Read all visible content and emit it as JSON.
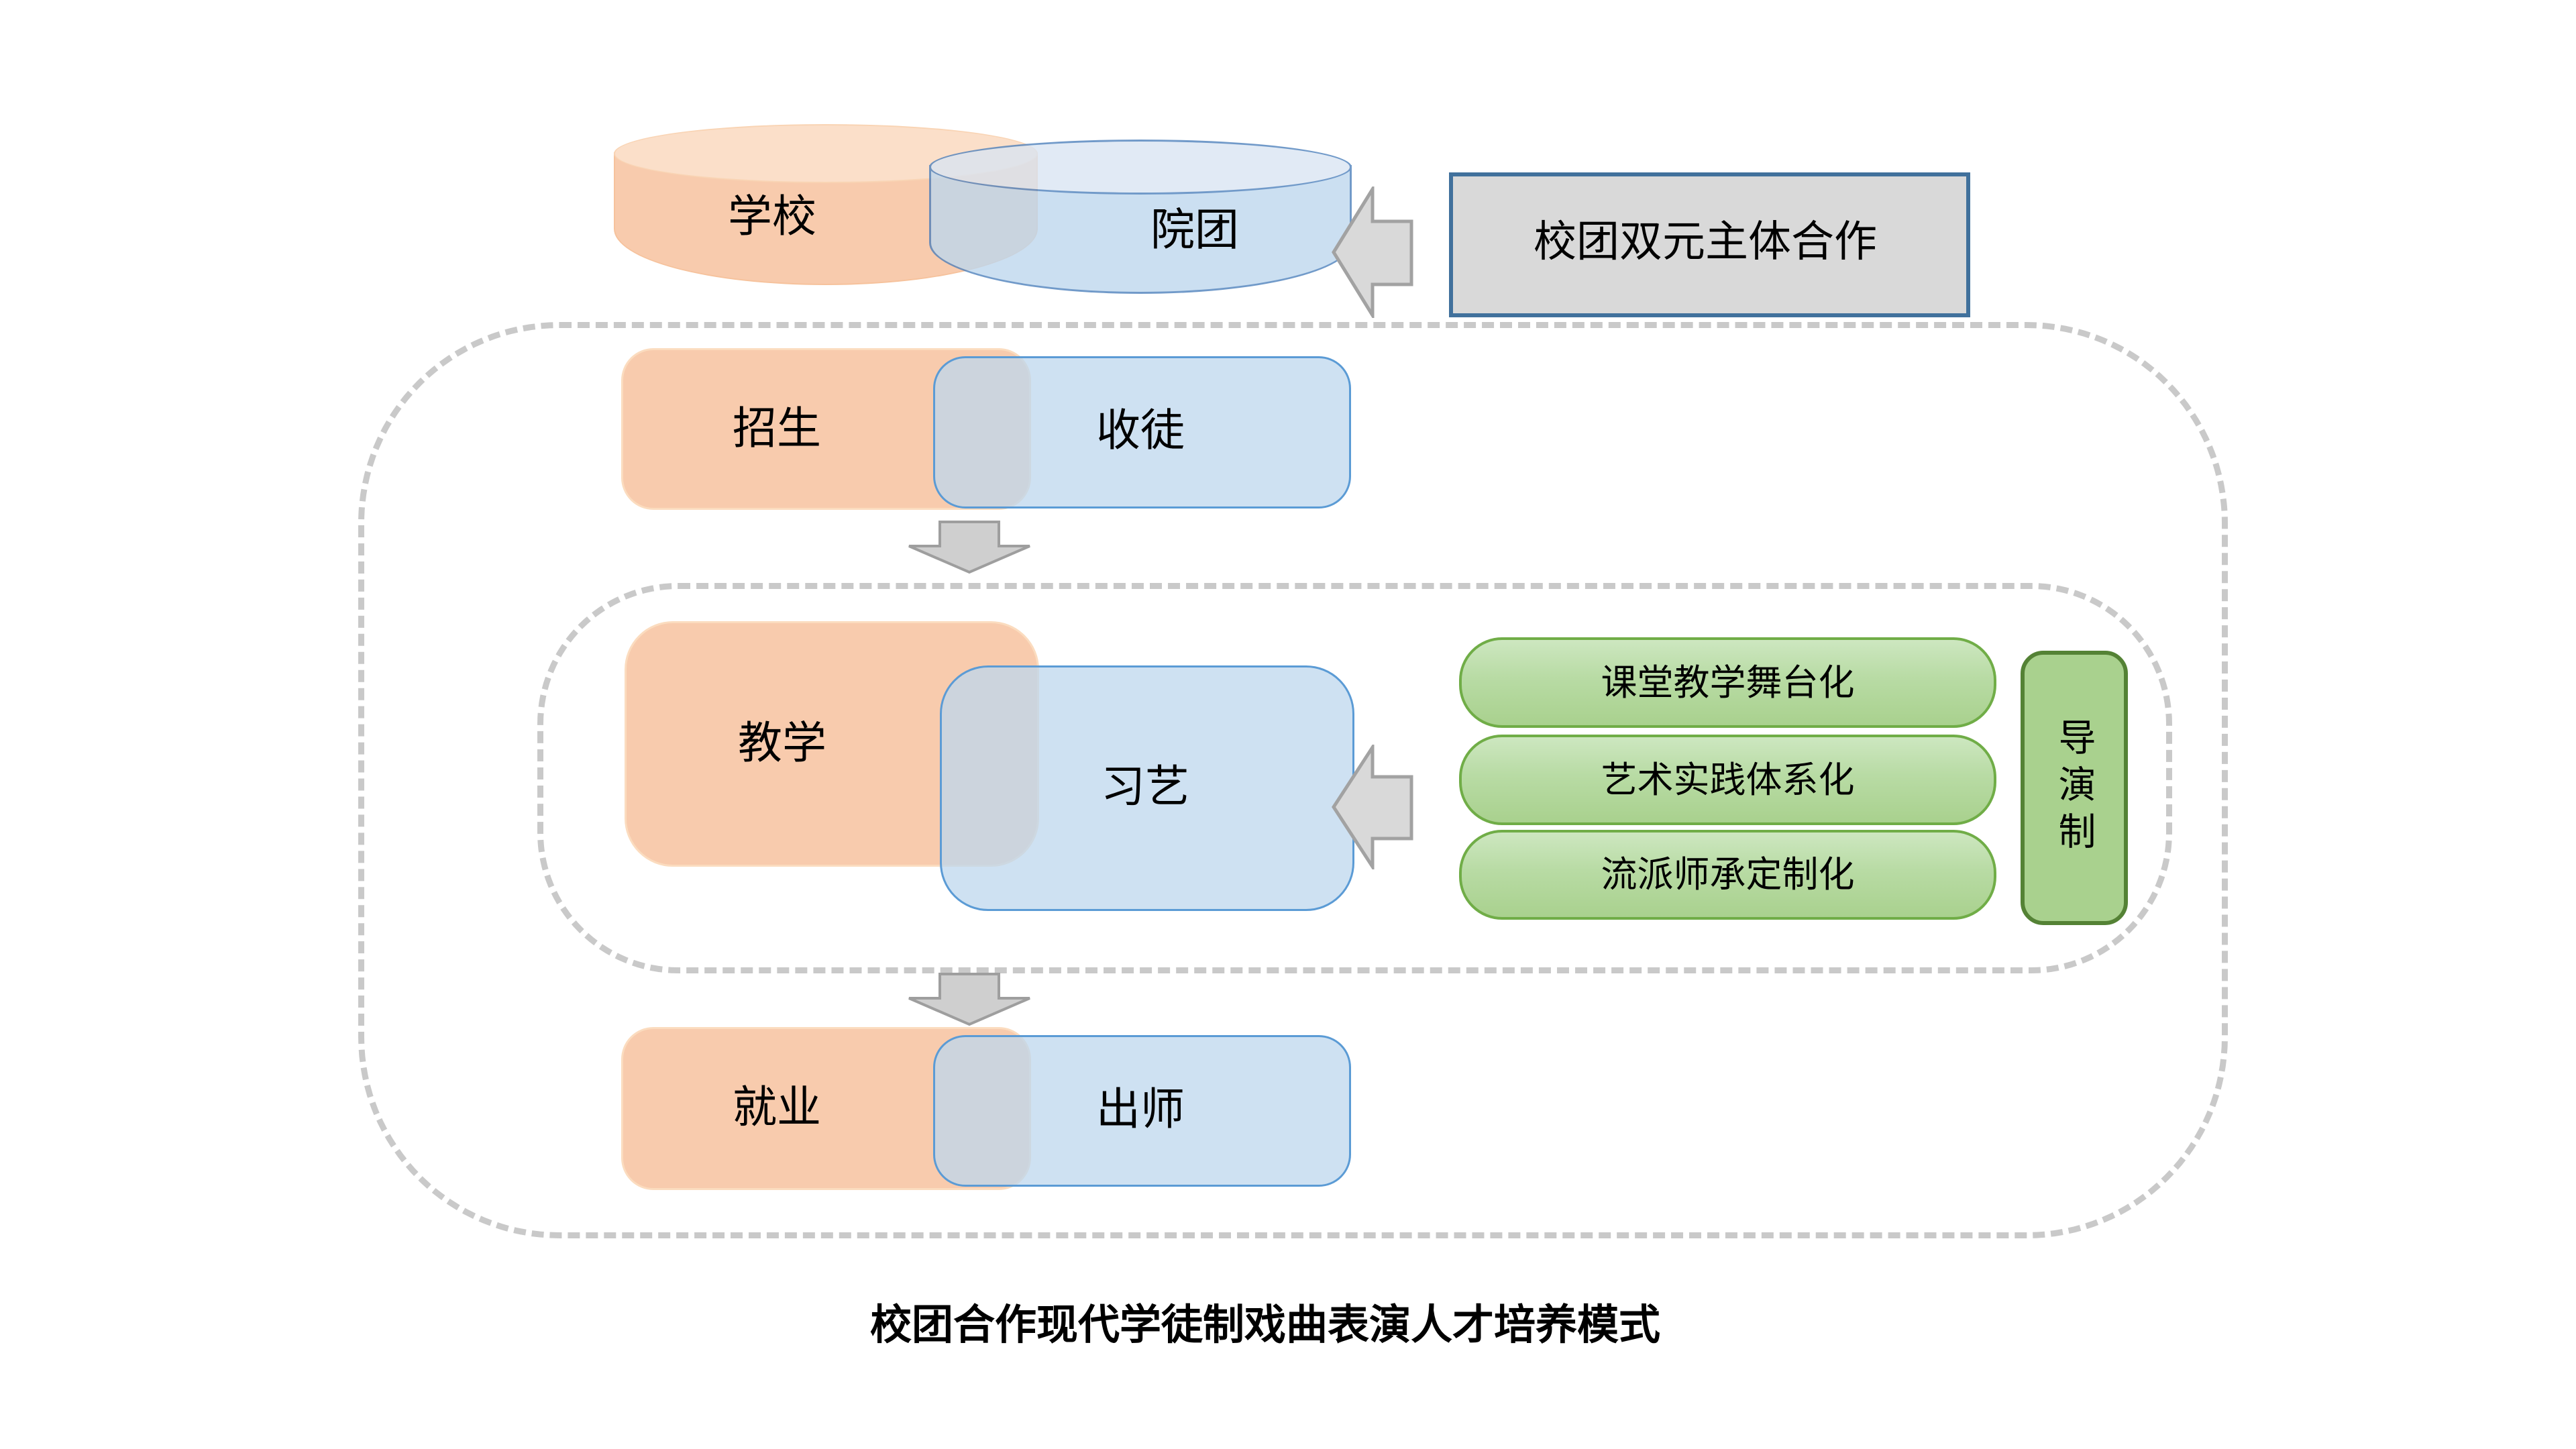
{
  "diagram": {
    "title": "校团合作现代学徒制戏曲表演人才培养模式",
    "cylinders": {
      "school": {
        "label": "学校"
      },
      "troupe": {
        "label": "院团"
      }
    },
    "cooperation": {
      "label": "校团双元主体合作"
    },
    "rows": [
      {
        "left": "招生",
        "right": "收徒"
      },
      {
        "left": "教学",
        "right": "习艺"
      },
      {
        "left": "就业",
        "right": "出师"
      }
    ],
    "methods": [
      "课堂教学舞台化",
      "艺术实践体系化",
      "流派师承定制化"
    ],
    "director": {
      "label": "导演制"
    },
    "colors": {
      "orange_fill": "#f8cbad",
      "orange_top": "#fbdfc9",
      "blue_fill": "#bdd7ee",
      "blue_border": "#5b9bd5",
      "green_fill": "#a9d18e",
      "green_light": "#cde7c0",
      "green_border": "#70ad47",
      "green_border_dark": "#548235",
      "gray_fill": "#d9d9d9",
      "coop_border": "#41719c",
      "arrow_fill": "#d3d3d3",
      "arrow_border": "#a2a2a2",
      "dash_border": "#c9c9c9"
    }
  }
}
